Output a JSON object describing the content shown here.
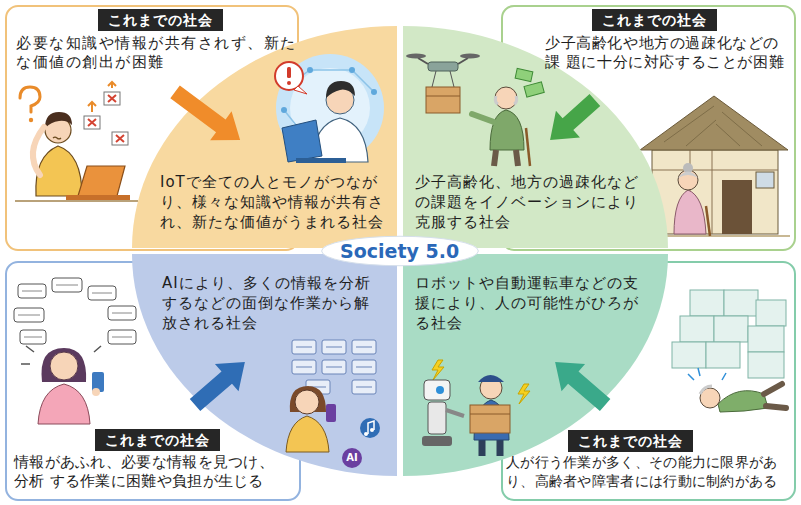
{
  "diagram": {
    "nodes": [
      {
        "text": [
          "これまでの社会",
          "必要な知識や情報が共有されず、新た な価値の創出が困難"
        ]
      },
      {
        "text": [
          "これまでの社会",
          "少子高齢化や地方の過疎化などの課 題に十分に対応することが困難"
        ]
      },
      {
        "text": [
          "IoTで全ての人とモノがつなが り、様々な知識や情報が共有さ れ、新たな価値がうまれる社会"
        ]
      },
      {
        "text": [
          "少子高齢化、地方の過疎化など の課題をイノベーションにより 克服する社会"
        ]
      },
      {
        "text": [
          "Society 5.0"
        ]
      },
      {
        "text": [
          "AIにより、多くの情報を分析 するなどの面倒な作業から解 放される社会"
        ]
      },
      {
        "text": [
          "ロボットや自動運転車などの支 援により、人の可能性がひろが る社会"
        ]
      },
      {
        "text": [
          "これまでの社会",
          "情報があふれ、必要な情報を見つけ、分析 する作業に困難や負担が生じる"
        ]
      },
      {
        "text": [
          "これまでの社会",
          "人が行う作業が多く、その能力に限界があ り、高齢者や障害者には行動に制約がある"
        ]
      }
    ],
    "edges": [
      {
        "from": 0,
        "to": 2,
        "arrow": "to"
      },
      {
        "from": 1,
        "to": 3,
        "arrow": "to"
      },
      {
        "from": 7,
        "to": 5,
        "arrow": "to"
      },
      {
        "from": 8,
        "to": 6,
        "arrow": "to"
      }
    ],
    "labels": [
      "AI"
    ]
  }
}
